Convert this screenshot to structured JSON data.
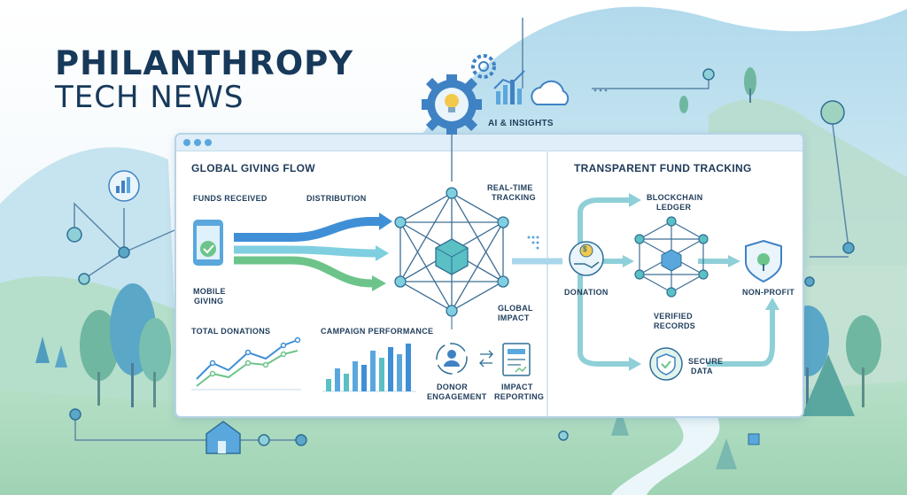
{
  "header": {
    "title_line1": "PHILANTHROPY",
    "title_line2": "TECH NEWS"
  },
  "top": {
    "ai_label": "AI & INSIGHTS"
  },
  "left_panel": {
    "title": "GLOBAL GIVING FLOW",
    "funds_received": "FUNDS RECEIVED",
    "distribution": "DISTRIBUTION",
    "real_time": "REAL-TIME",
    "tracking": "TRACKING",
    "mobile": "MOBILE",
    "giving": "GIVING",
    "global": "GLOBAL",
    "impact": "IMPACT",
    "total_donations": "TOTAL DONATIONS",
    "campaign_performance": "CAMPAIGN PERFORMANCE",
    "donor": "DONOR",
    "engagement": "ENGAGEMENT",
    "impact2": "IMPACT",
    "reporting": "REPORTING"
  },
  "right_panel": {
    "title": "TRANSPARENT FUND TRACKING",
    "blockchain": "BLOCKCHAIN",
    "ledger": "LEDGER",
    "donation": "DONATION",
    "non_profit": "NON-PROFIT",
    "verified": "VERIFIED",
    "records": "RECORDS",
    "secure": "SECURE",
    "data": "DATA",
    "dollar_symbol": "$"
  },
  "colors": {
    "navy": "#17395a",
    "blue": "#3f8fd6",
    "teal": "#5ac0c4",
    "green": "#6cc48a",
    "accent": "#5aa7dd"
  },
  "icons": [
    "gear-icon",
    "lightbulb-icon",
    "bar-chart-icon",
    "cloud-icon",
    "phone-check-icon",
    "cube-icon",
    "donor-icon",
    "report-icon",
    "hand-coin-icon",
    "shield-check-icon",
    "shield-tree-icon",
    "house-icon"
  ]
}
